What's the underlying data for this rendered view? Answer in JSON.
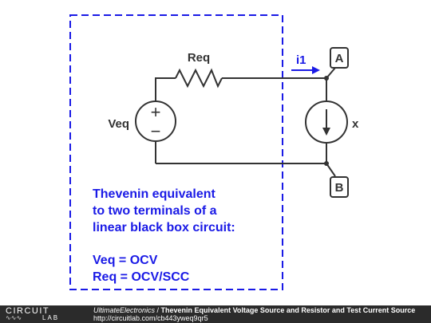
{
  "colors": {
    "wire": "#333333",
    "annotation": "#1a1ae6",
    "footer_bg": "#2b2b2b"
  },
  "circuit": {
    "resistor_label": "Req",
    "source_label": "Veq",
    "source_plus": "+",
    "source_minus": "−",
    "current_label": "i1",
    "test_source_label": "x",
    "terminal_a": "A",
    "terminal_b": "B"
  },
  "annotation": {
    "line1": "Thevenin equivalent",
    "line2": "to two terminals of a",
    "line3": "linear black box circuit:",
    "line4": "Veq = OCV",
    "line5": "Req = OCV/SCC"
  },
  "footer": {
    "logo_top": "CIRCUIT",
    "logo_wave": "∿∿∿",
    "logo_bottom": "LAB",
    "author": "UltimateElectronics",
    "separator": " / ",
    "title": "Thevenin Equivalent Voltage Source and Resistor and Test Current Source",
    "url": "http://circuitlab.com/cb443yweq9qr5"
  }
}
